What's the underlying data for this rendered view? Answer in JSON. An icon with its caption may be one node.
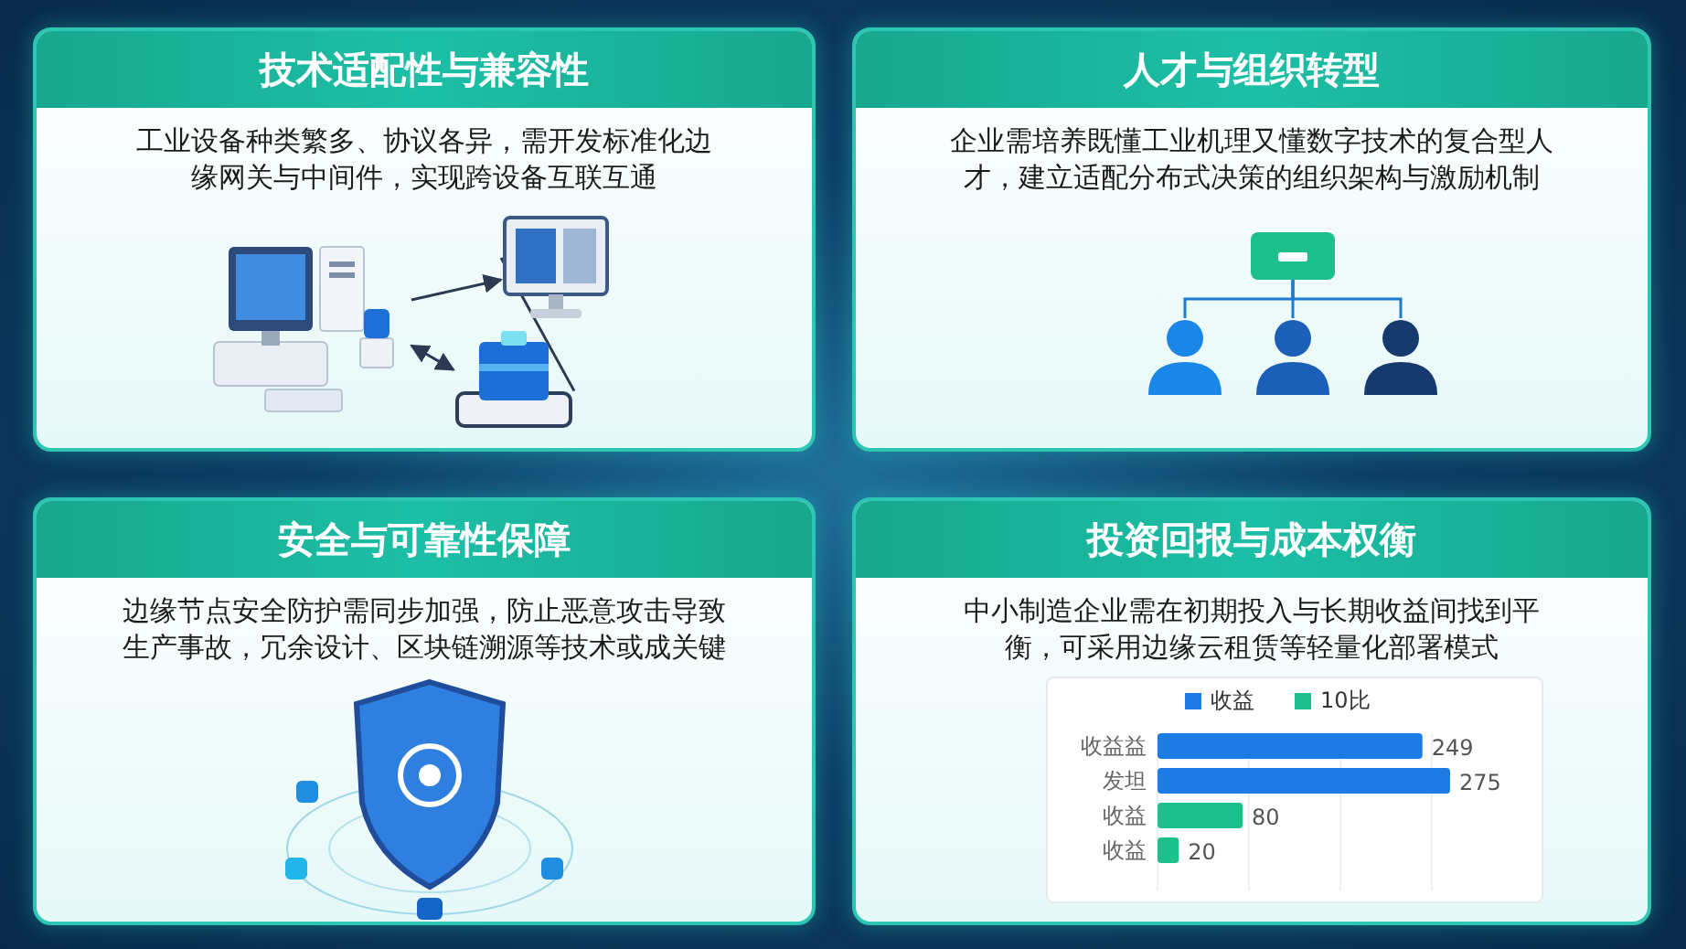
{
  "diagram": {
    "nodes": [
      {
        "text": [
          "技术适配性与兼容性",
          "工业设备种类繁多、协议各异，需开发标准化边缘网关与中间件，实现跨设备互联互通"
        ]
      },
      {
        "text": [],
        "shape": "picture",
        "in": 0
      },
      {
        "text": [],
        "shape": "picture",
        "in": 0
      },
      {
        "text": [],
        "shape": "picture",
        "in": 0
      },
      {
        "text": [
          "人才与组织转型",
          "企业需培养既懂工业机理又懂数字技术的复合型人才，建立适配分布式决策的组织架构与激励机制"
        ]
      },
      {
        "text": [],
        "shape": "box",
        "in": 4
      },
      {
        "text": [],
        "shape": "person",
        "in": 4
      },
      {
        "text": [],
        "shape": "person",
        "in": 4
      },
      {
        "text": [],
        "shape": "person",
        "in": 4
      },
      {
        "text": [
          "安全与可靠性保障",
          "边缘节点安全防护需同步加强，防止恶意攻击导致生产事故，冗余设计、区块链溯源等技术或成关键"
        ]
      },
      {
        "text": [
          "投资回报与成本权衡",
          "中小制造企业需在初期投入与长期收益间找到平衡，可采用边缘云租赁等轻量化部署模式"
        ]
      }
    ],
    "edges": [
      {
        "from": 1,
        "to": 2,
        "arrow": "to"
      },
      {
        "from": 3,
        "to": 1,
        "arrow": "both"
      },
      {
        "from": 2,
        "to": 3,
        "arrow": "none"
      },
      {
        "from": 5,
        "to": 6,
        "arrow": "none",
        "color": "#1c7ad0"
      },
      {
        "from": 5,
        "to": 7,
        "arrow": "none",
        "color": "#1c7ad0"
      },
      {
        "from": 5,
        "to": 8,
        "arrow": "none",
        "color": "#1c7ad0"
      }
    ],
    "chart_data": {
      "type": "bar",
      "orientation": "horizontal",
      "categories": [
        "收益益",
        "发坦",
        "收益",
        "收益"
      ],
      "series": [
        {
          "name": "收益",
          "color": "#1e7be6",
          "values": [
            249,
            275,
            null,
            null
          ]
        },
        {
          "name": "10比",
          "color": "#1dbf8a",
          "values": [
            null,
            null,
            80,
            20
          ]
        }
      ],
      "data_labels": true,
      "legend": "top"
    }
  }
}
